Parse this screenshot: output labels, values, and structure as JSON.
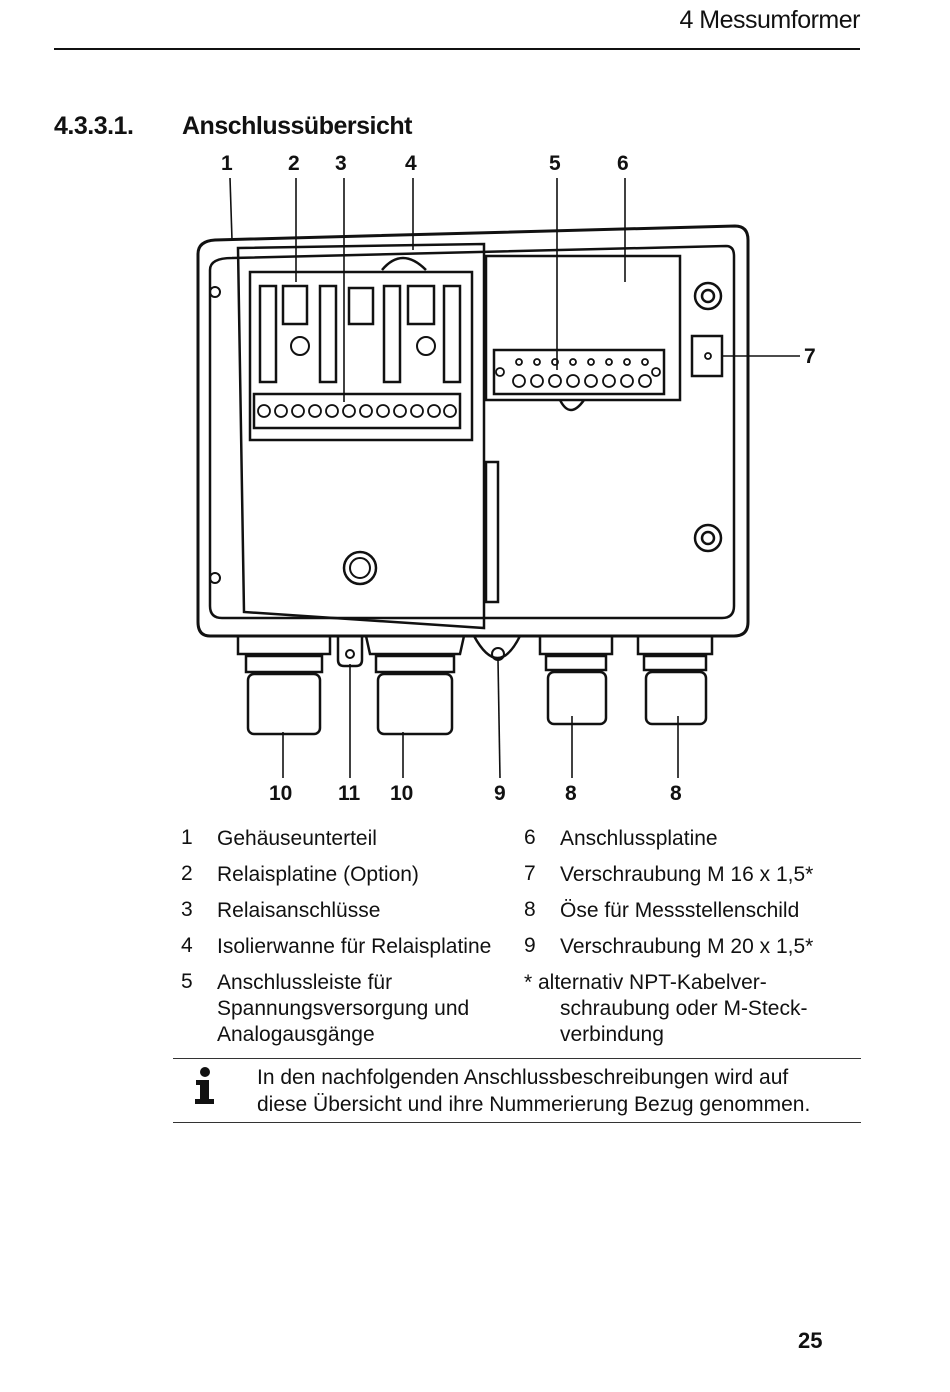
{
  "header": {
    "chapter": "4 Messumformer"
  },
  "section": {
    "number": "4.3.3.1.",
    "title": "Anschlussübersicht"
  },
  "figure": {
    "callouts_top": [
      "1",
      "2",
      "3",
      "4",
      "5",
      "6"
    ],
    "callout_right": "7",
    "callouts_bottom": [
      "10",
      "11",
      "10",
      "9",
      "8",
      "8"
    ]
  },
  "legend": {
    "left": [
      {
        "num": "1",
        "text": "Gehäuseunterteil"
      },
      {
        "num": "2",
        "text": "Relaisplatine (Option)"
      },
      {
        "num": "3",
        "text": "Relaisanschlüsse"
      },
      {
        "num": "4",
        "text": "Isolierwanne für Relaisplatine"
      },
      {
        "num": "5",
        "line1": "Anschlussleiste für",
        "line2": "Spannungsversorgung und",
        "line3": "Analogausgänge"
      }
    ],
    "right": [
      {
        "num": "6",
        "text": "Anschlussplatine"
      },
      {
        "num": "7",
        "text": "Verschraubung M 16 x 1,5*"
      },
      {
        "num": "8",
        "text": "Öse für Messstellenschild"
      },
      {
        "num": "9",
        "text": "Verschraubung M 20 x 1,5*"
      }
    ],
    "footnote": {
      "line1": "* alternativ NPT-Kabelver-",
      "line2": "schraubung oder M-Steck-",
      "line3": "verbindung"
    }
  },
  "note": {
    "icon": "info-icon",
    "line1": "In den nachfolgenden Anschlussbeschreibungen wird auf",
    "line2": "diese Übersicht und ihre Nummerierung Bezug genommen."
  },
  "page_number": "25"
}
